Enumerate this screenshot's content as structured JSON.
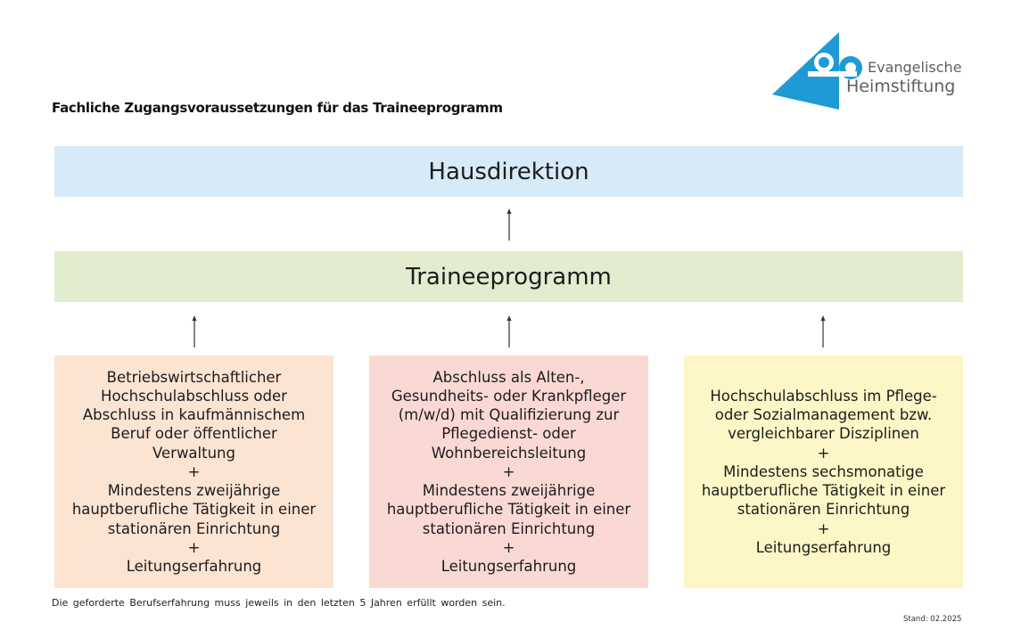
{
  "heading": "Fachliche Zugangsvoraussetzungen für das Traineeprogramm",
  "logo": {
    "line1": "Evangelische",
    "line2": "Heimstiftung",
    "color": "#1f9ad6",
    "icon": "heimstiftung-logo-icon"
  },
  "top_box": {
    "label": "Hausdirektion",
    "color": "#d6eaf8"
  },
  "middle_box": {
    "label": "Traineeprogramm",
    "color": "#e2eccf"
  },
  "requirement_boxes": [
    {
      "color": "#fce4d2",
      "lines": [
        "Betriebswirtschaftlicher",
        "Hochschulabschluss oder",
        "Abschluss in kaufmännischem",
        "Beruf oder öffentlicher",
        "Verwaltung",
        "+",
        "Mindestens zweijährige",
        "hauptberufliche Tätigkeit in einer",
        "stationären Einrichtung",
        "+",
        "Leitungserfahrung"
      ]
    },
    {
      "color": "#fad9d4",
      "lines": [
        "Abschluss als Alten-,",
        "Gesundheits- oder Krankpfleger",
        "(m/w/d) mit Qualifizierung zur",
        "Pflegedienst- oder",
        "Wohnbereichsleitung",
        "+",
        "Mindestens zweijährige",
        "hauptberufliche Tätigkeit in einer",
        "stationären Einrichtung",
        "+",
        "Leitungserfahrung"
      ]
    },
    {
      "color": "#fdf6c6",
      "lines": [
        "Hochschulabschluss im Pflege-",
        "oder Sozialmanagement bzw.",
        "vergleichbarer Disziplinen",
        "+",
        "Mindestens sechsmonatige",
        "hauptberufliche Tätigkeit in einer",
        "stationären Einrichtung",
        "+",
        "Leitungserfahrung"
      ]
    }
  ],
  "footnote": "Die geforderte Berufserfahrung muss jeweils in den letzten 5 Jahren erfüllt worden sein.",
  "stand": "Stand: 02.2025"
}
